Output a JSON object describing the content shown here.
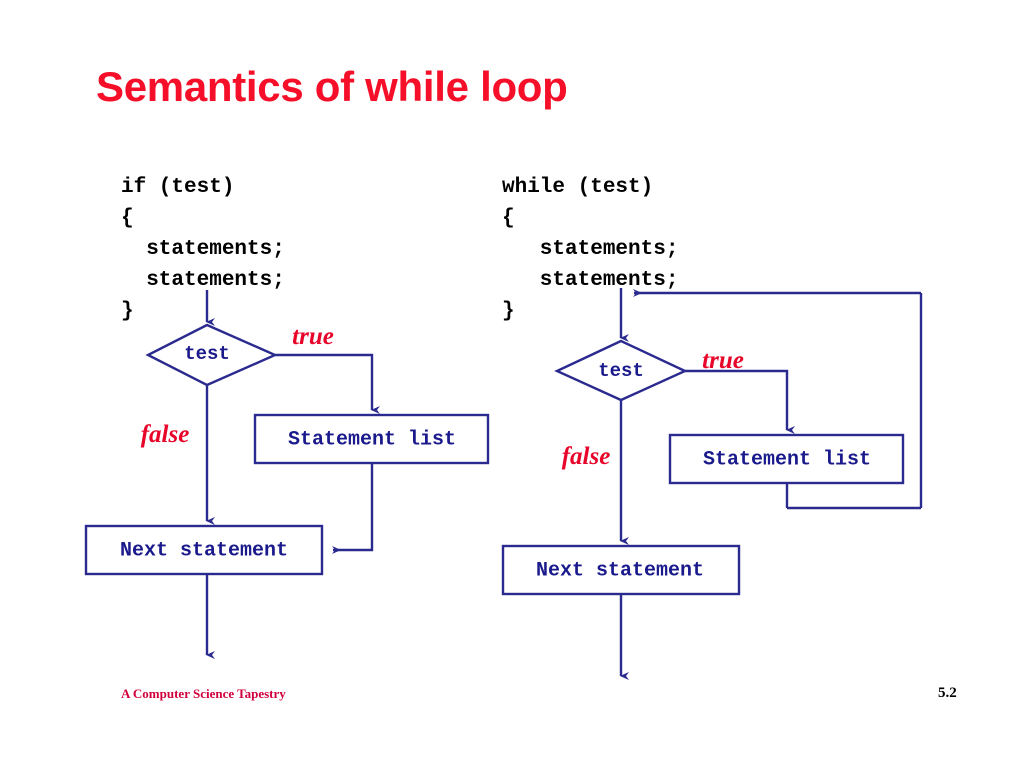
{
  "slide": {
    "title": "Semantics of while loop",
    "footer_credit": "A Computer Science Tapestry",
    "page_number": "5.2",
    "title_color": "#f50f28",
    "diagram_color": "#2a2a8f",
    "label_color": "#e8052a",
    "node_text_color": "#1a1a8c",
    "background": "#ffffff"
  },
  "code_panels": {
    "if_code": "if (test)\n{\n  statements;\n  statements;\n}",
    "while_code": "while (test)\n{\n   statements;\n   statements;\n}"
  },
  "diagrams": [
    {
      "name": "if-flowchart",
      "decision_label": "test",
      "true_label": "true",
      "false_label": "false",
      "body_label": "Statement list",
      "next_label": "Next statement"
    },
    {
      "name": "while-flowchart",
      "decision_label": "test",
      "true_label": "true",
      "false_label": "false",
      "body_label": "Statement list",
      "next_label": "Next statement"
    }
  ]
}
